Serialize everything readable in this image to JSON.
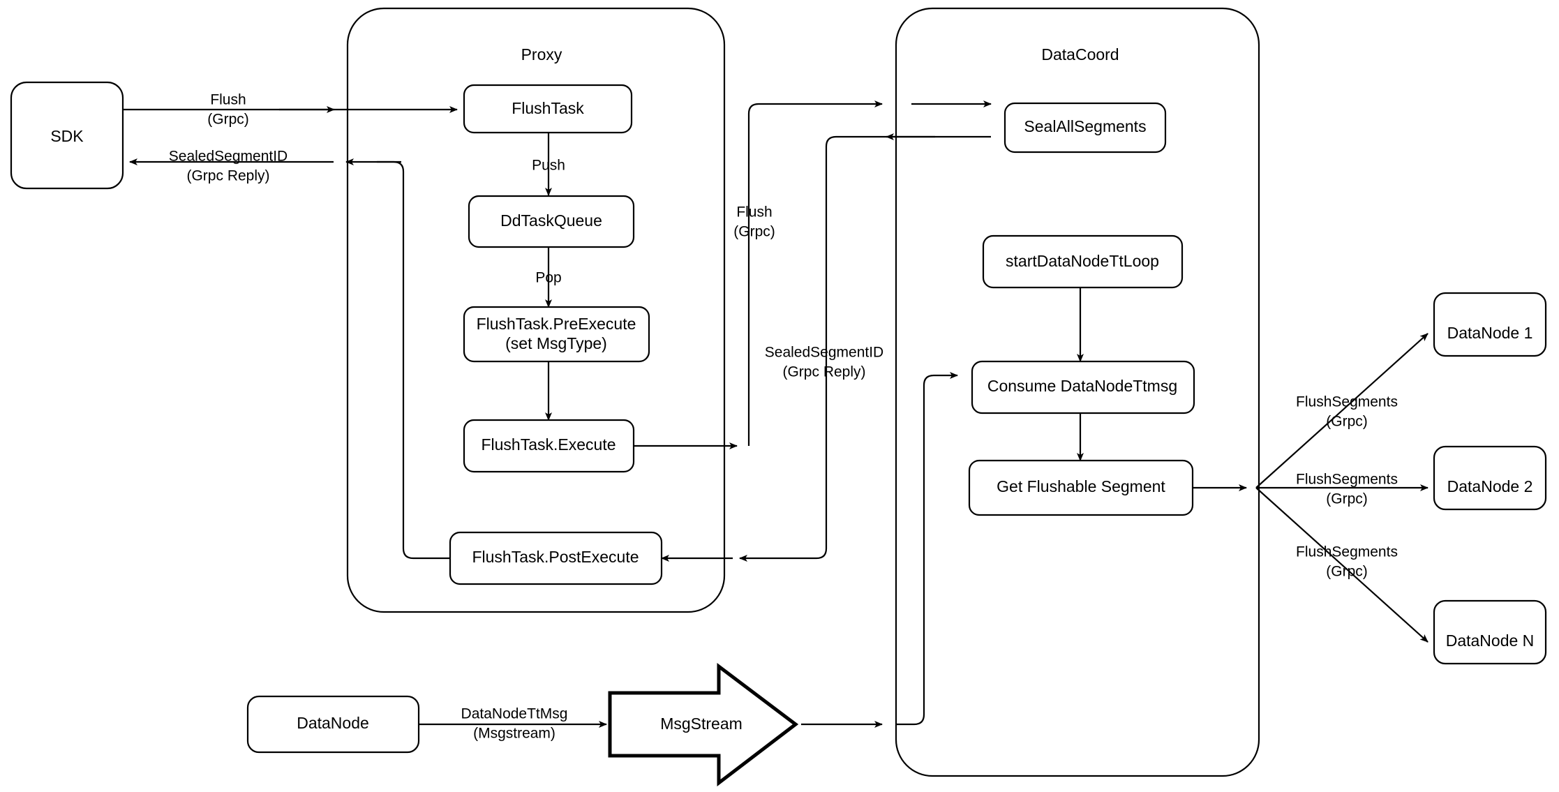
{
  "diagram": {
    "title": "Milvus Flush Sequence Flow",
    "background_color": "#ffffff",
    "stroke_color": "#000000"
  },
  "containers": [
    {
      "id": "proxy",
      "label": "Proxy"
    },
    {
      "id": "datacoord",
      "label": "DataCoord"
    }
  ],
  "nodes": {
    "sdk": "SDK",
    "flush_task": "FlushTask",
    "dd_task_queue": "DdTaskQueue",
    "flush_task_preexecute_line1": "FlushTask.PreExecute",
    "flush_task_preexecute_line2": "(set MsgType)",
    "flush_task_execute": "FlushTask.Execute",
    "flush_task_postexecute": "FlushTask.PostExecute",
    "seal_all_segments": "SealAllSegments",
    "start_datanode_tt_loop": "startDataNodeTtLoop",
    "consume_datanode_ttmsg": "Consume DataNodeTtmsg",
    "get_flushable_segment": "Get Flushable Segment",
    "datanode_1": "DataNode 1",
    "datanode_2": "DataNode 2",
    "datanode_n": "DataNode N",
    "datanode_src": "DataNode",
    "msgstream": "MsgStream"
  },
  "edge_labels": {
    "sdk_to_proxy_l1": "Flush",
    "sdk_to_proxy_l2": "(Grpc)",
    "proxy_to_sdk_l1": "SealedSegmentID",
    "proxy_to_sdk_l2": "(Grpc Reply)",
    "flush_task_push": "Push",
    "dd_queue_pop": "Pop",
    "proxy_to_coord_l1": "Flush",
    "proxy_to_coord_l2": "(Grpc)",
    "coord_to_proxy_l1": "SealedSegmentID",
    "coord_to_proxy_l2": "(Grpc Reply)",
    "datanode_ttmsg_l1": "DataNodeTtMsg",
    "datanode_ttmsg_l2": "(Msgstream)",
    "flush_segments_1_l1": "FlushSegments",
    "flush_segments_1_l2": "(Grpc)",
    "flush_segments_2_l1": "FlushSegments",
    "flush_segments_2_l2": "(Grpc)",
    "flush_segments_n_l1": "FlushSegments",
    "flush_segments_n_l2": "(Grpc)"
  }
}
